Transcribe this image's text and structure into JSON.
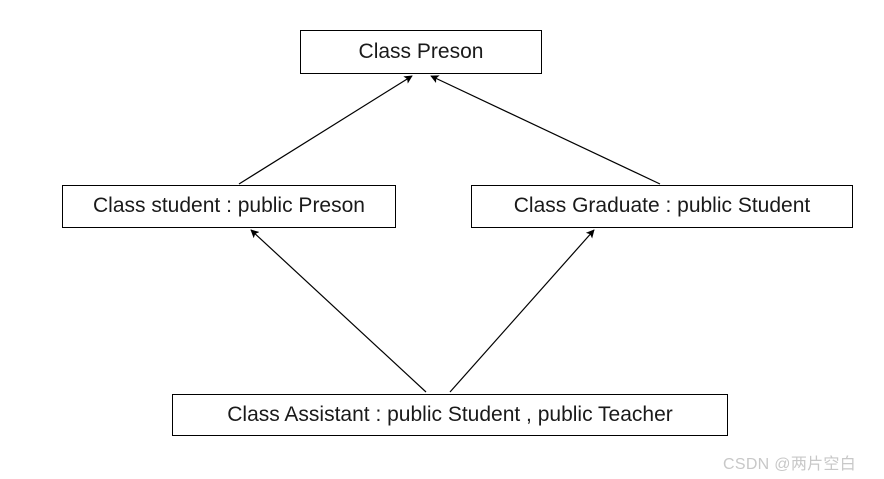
{
  "diagram": {
    "title": "C++ class inheritance diagram",
    "background_color": "#ffffff",
    "line_color": "#000000",
    "box_border_color": "#000000",
    "box_fill_color": "#ffffff",
    "text_color": "#1a1a1a",
    "nodes": {
      "person": {
        "label": "Class Preson"
      },
      "student": {
        "label": "Class student : public Preson"
      },
      "graduate": {
        "label": "Class Graduate : public Student"
      },
      "assistant": {
        "label": "Class Assistant : public Student , public Teacher"
      }
    },
    "edges": [
      {
        "name": "student-to-person",
        "from": "student",
        "to": "person",
        "arrowhead": "filled-triangle"
      },
      {
        "name": "graduate-to-person",
        "from": "graduate",
        "to": "person",
        "arrowhead": "filled-triangle"
      },
      {
        "name": "assistant-to-student",
        "from": "assistant",
        "to": "student",
        "arrowhead": "filled-triangle"
      },
      {
        "name": "assistant-to-graduate",
        "from": "assistant",
        "to": "graduate",
        "arrowhead": "filled-triangle"
      }
    ]
  },
  "watermark": {
    "text": "CSDN @两片空白",
    "color": "#c8c8c8"
  }
}
